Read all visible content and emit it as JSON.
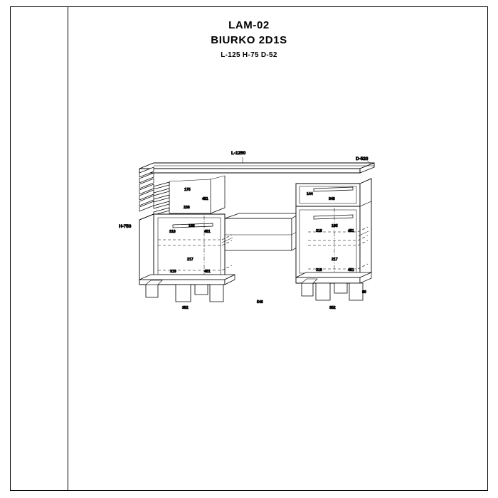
{
  "document": {
    "title_line1": "LAM-02",
    "title_line2": "BIURKO 2D1S",
    "title_dimensions": "L-125 H-75 D-52"
  },
  "overall_dimensions": {
    "length_label": "L-1250",
    "height_label": "H-750",
    "depth_label": "D-520"
  },
  "annotations": {
    "left_pedestal": {
      "top_drawer_height": "175",
      "top_drawer_width": "238",
      "top_drawer_depth": "451",
      "middle_height": "195",
      "middle_width": "318",
      "middle_depth": "451",
      "lower_height": "217",
      "lower_width": "319",
      "lower_depth": "451"
    },
    "right_pedestal": {
      "top_drawer_height": "144",
      "top_drawer_width": "348",
      "middle_height": "195",
      "middle_width": "318",
      "middle_depth": "451",
      "lower_height": "217",
      "lower_width": "318",
      "lower_depth": "451"
    },
    "base": {
      "left_foot_span": "352",
      "center_span": "546",
      "right_foot_span": "352",
      "foot_height": "80"
    }
  }
}
